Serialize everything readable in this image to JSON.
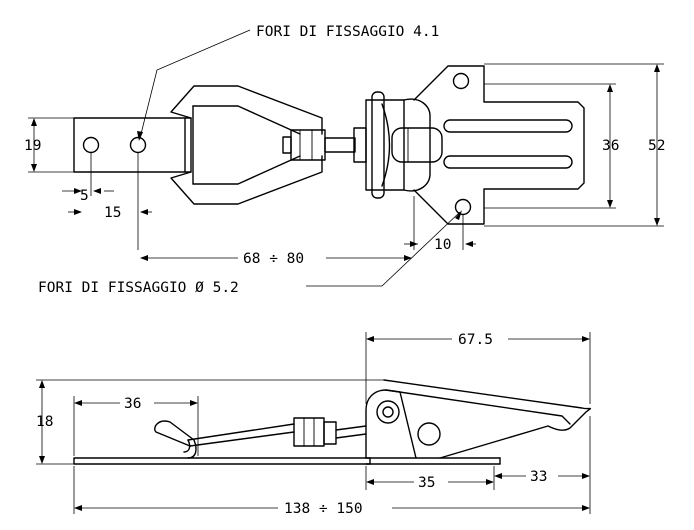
{
  "labels": {
    "top_note": "FORI DI FISSAGGIO 4.1",
    "bottom_note": "FORI DI FISSAGGIO Ø 5.2"
  },
  "dimensions": {
    "plate_height": "19",
    "hole_offset": "5",
    "hole_spacing": "15",
    "adjust_range": "68 ÷ 80",
    "hole_edge": "10",
    "slot_height": "36",
    "base_height": "52",
    "side_height": "18",
    "hook_length": "36",
    "lever_length": "67.5",
    "base_length": "35",
    "tip_length": "33",
    "total_length": "138 ÷ 150"
  }
}
